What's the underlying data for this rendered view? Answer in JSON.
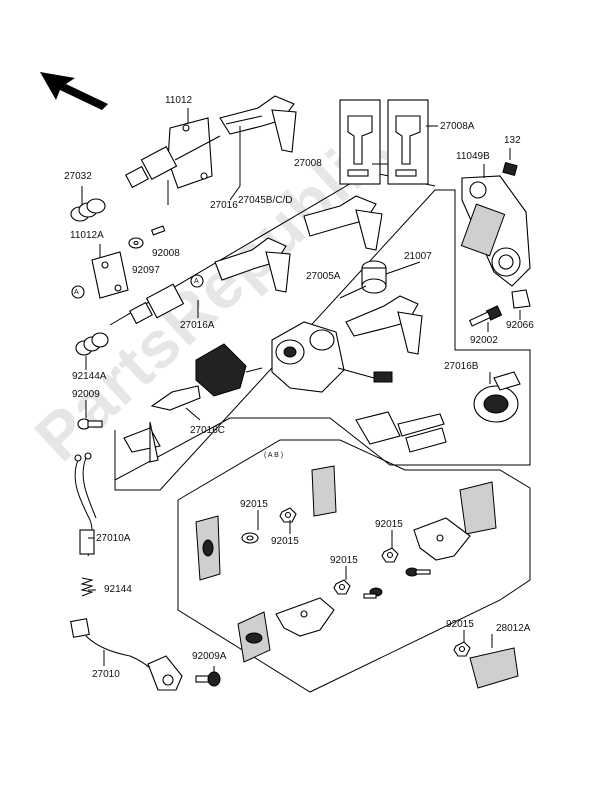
{
  "watermark": "PartsRepublik",
  "legend_ab": "( A B )",
  "callout_a": "A",
  "labels": {
    "p11012": "11012",
    "p27016": "27016",
    "p27032": "27032",
    "p11012a": "11012A",
    "p92008": "92008",
    "p92097": "92097",
    "p27045": "27045B/C/D",
    "p27008": "27008",
    "p27008a": "27008A",
    "p11049b": "11049B",
    "p132": "132",
    "p21007": "21007",
    "p27005a": "27005A",
    "p92066": "92066",
    "p27016a": "27016A",
    "p92002": "92002",
    "p92144a": "92144A",
    "p92009": "92009",
    "p27016b": "27016B",
    "p27016c": "27016C",
    "p92015a": "92015",
    "p92015b": "92015",
    "p92015c": "92015",
    "p92015d": "92015",
    "p92015e": "92015",
    "p27010a": "27010A",
    "p92144": "92144",
    "p92009a": "92009A",
    "p27010": "27010",
    "p28012a": "28012A"
  },
  "icons": {
    "direction": "front-direction-arrow-icon"
  }
}
